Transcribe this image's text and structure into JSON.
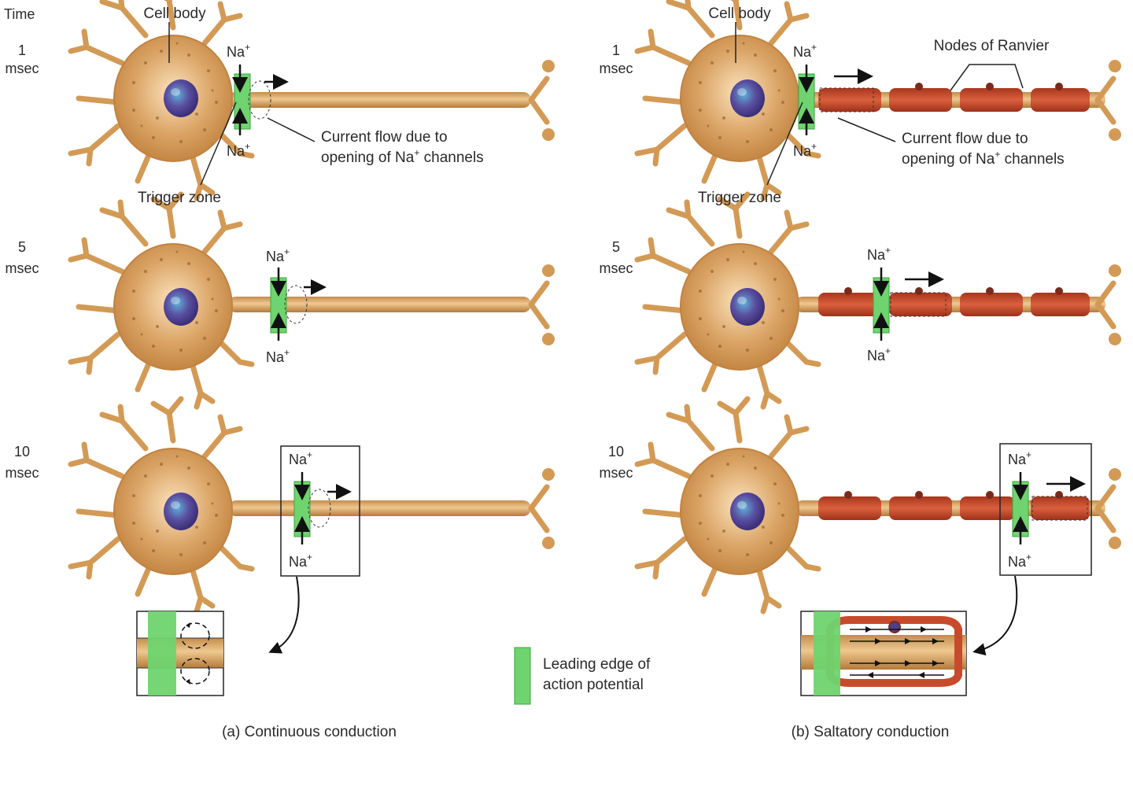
{
  "time_header": "Time",
  "rows": [
    {
      "time_value": "1",
      "time_unit": "msec"
    },
    {
      "time_value": "5",
      "time_unit": "msec"
    },
    {
      "time_value": "10",
      "time_unit": "msec"
    }
  ],
  "labels": {
    "cell_body": "Cell body",
    "trigger_zone": "Trigger zone",
    "current_flow_line1": "Current flow due to",
    "current_flow_line2": "opening of Na",
    "current_flow_sup": "+",
    "current_flow_line2_end": " channels",
    "nodes_of_ranvier": "Nodes of Ranvier",
    "na_base": "Na",
    "na_sup": "+"
  },
  "legend": {
    "line1": "Leading edge of",
    "line2": "action potential",
    "swatch_color": "#6fd46f"
  },
  "captions": {
    "continuous": "(a) Continuous conduction",
    "saltatory": "(b) Saltatory conduction"
  },
  "colors": {
    "axon": "#d9a868",
    "axon_dark": "#b9803e",
    "myelin": "#c84a2c",
    "nucleus": "#5a4ea0",
    "leading_edge": "#6fd46f"
  }
}
